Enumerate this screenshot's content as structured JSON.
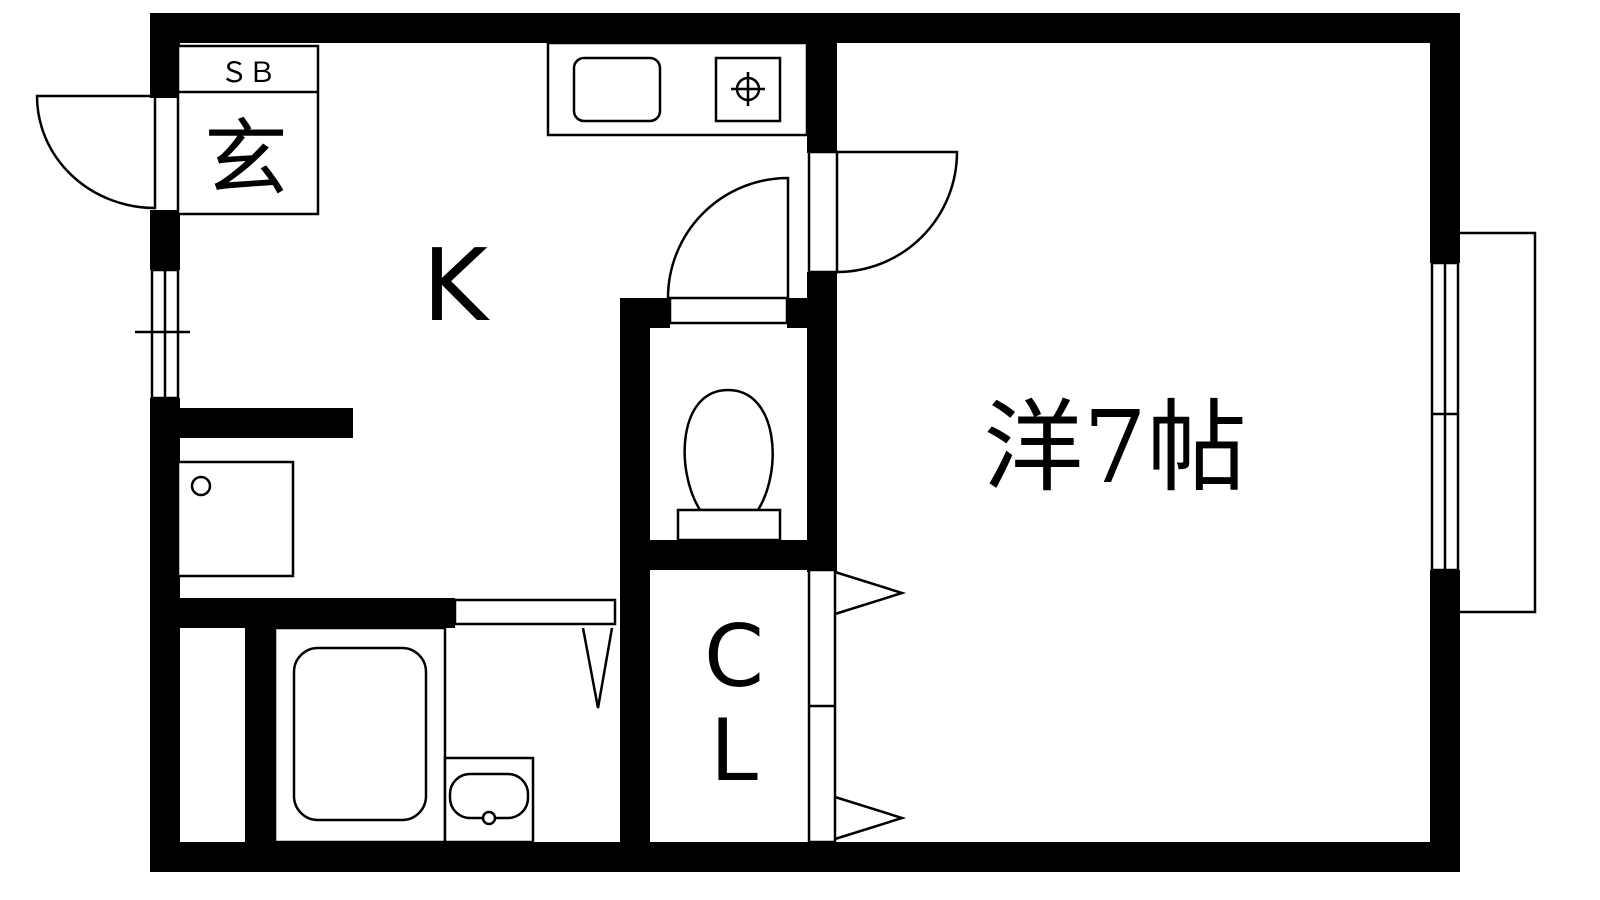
{
  "plan": {
    "labels": {
      "shoe_box": "ＳＢ",
      "entrance": "玄",
      "kitchen": "K",
      "western_room": "洋7帖",
      "closet_c": "C",
      "closet_l": "L"
    },
    "colors": {
      "wall": "#000000",
      "fixture_stroke": "#000000",
      "background": "#ffffff"
    },
    "icons": [
      "entrance-door-icon",
      "room-door-icon",
      "toilet-door-icon",
      "sink-icon",
      "stove-icon",
      "toilet-icon",
      "bathtub-icon",
      "washbasin-icon",
      "washing-machine-icon",
      "window-icon",
      "closet-door-icon"
    ]
  }
}
